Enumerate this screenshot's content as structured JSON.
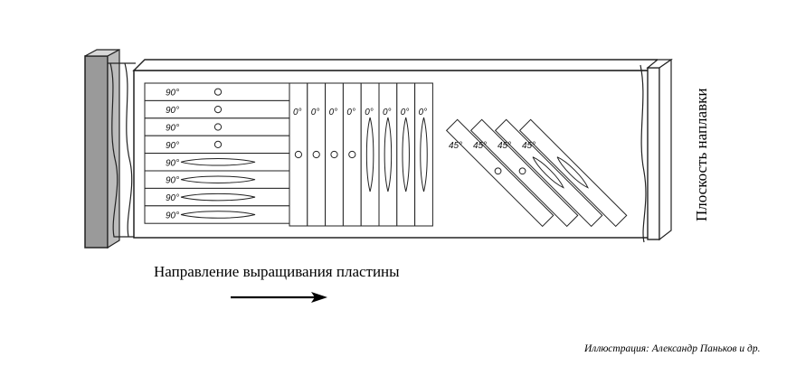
{
  "labels": {
    "plane": "Плоскость наплавки",
    "direction": "Направление выращивания пластины",
    "credit": "Иллюстрация: Александр Паньков и др."
  },
  "specimens": {
    "horizontal": [
      "90°",
      "90°",
      "90°",
      "90°",
      "90°",
      "90°",
      "90°",
      "90°"
    ],
    "vertical": [
      "0°",
      "0°",
      "0°",
      "0°",
      "0°",
      "0°",
      "0°",
      "0°"
    ],
    "diagonal": [
      "45°",
      "45°",
      "45°",
      "45°"
    ]
  },
  "colors": {
    "outline": "#222222",
    "substrate": "#9a9a9a",
    "background": "#ffffff"
  }
}
